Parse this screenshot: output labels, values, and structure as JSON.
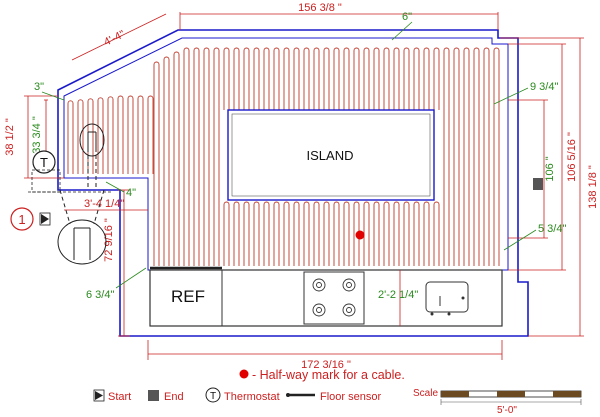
{
  "dimensions": {
    "top_length": "156 3/8 \"",
    "bottom_length": "172 3/16 \"",
    "diag_length": "4'-4\"",
    "right_outer": "138 1/8 \"",
    "right_middle": "106 5/16 \"",
    "right_inner": "106 \"",
    "left_upper_outer": "38 1/2 \"",
    "left_upper_inner": "33 3/4 \"",
    "left_lower": "72 9/16 \"",
    "notch_width": "3'-4 1/4\"",
    "sink_offset": "2'-2 1/4\""
  },
  "offsets": {
    "top": "6\"",
    "right_upper": "9 3/4\"",
    "right_lower": "5 3/4\"",
    "left_top": "3\"",
    "notch": "4\"",
    "bottom_left": "6 3/4\""
  },
  "labels": {
    "island": "ISLAND",
    "ref": "REF",
    "thermostat_glyph": "T",
    "circle_number": "1"
  },
  "halfway_note": "- Half-way mark for a cable.",
  "legend": {
    "start": "Start",
    "end": "End",
    "thermostat": "Thermostat",
    "floor_sensor": "Floor sensor"
  },
  "scale": {
    "label": "Scale",
    "value": "5'-0\""
  },
  "colors": {
    "cable": "#c0392b",
    "wall": "#1a1acc",
    "dim": "#cc1f1f",
    "offset": "#2a8a1e",
    "cabinet": "#333333"
  }
}
